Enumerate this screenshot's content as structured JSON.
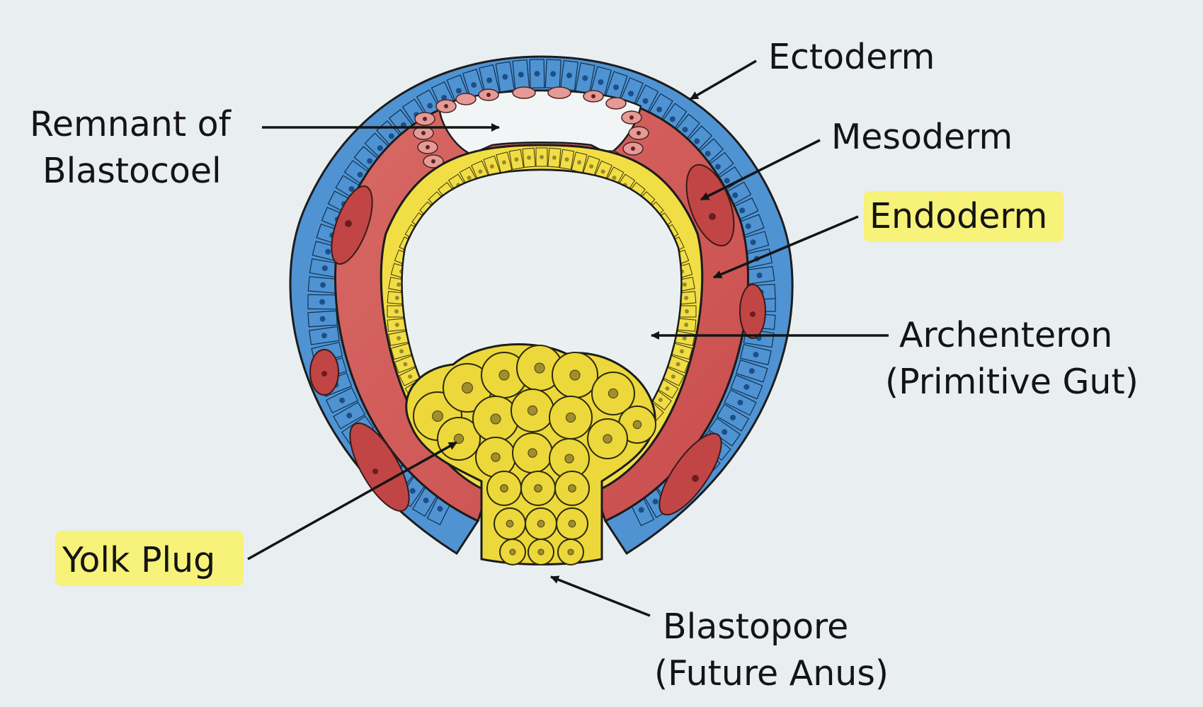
{
  "diagram": {
    "labels": {
      "ectoderm": "Ectoderm",
      "mesoderm": "Mesoderm",
      "endoderm": "Endoderm",
      "remnant_line1": "Remnant of",
      "remnant_line2": "Blastocoel",
      "archenteron_line1": "Archenteron",
      "archenteron_line2": "(Primitive Gut)",
      "yolk_plug": "Yolk Plug",
      "blastopore_line1": "Blastopore",
      "blastopore_line2": "(Future Anus)"
    },
    "highlighted": [
      "endoderm",
      "yolk_plug"
    ],
    "colors": {
      "background": "#e9eef0",
      "ectoderm": "#4f93d3",
      "ectoderm_nucleus": "#1d4f86",
      "mesoderm": "#cf5757",
      "mesoderm_dark": "#b23d3d",
      "endoderm": "#f1de45",
      "yolk": "#ecd83a",
      "yolk_nucleus": "#a08d2c",
      "highlight": "#f7f27a",
      "outline": "#1c1c1c",
      "archenteron": "#eaf0f1"
    }
  }
}
